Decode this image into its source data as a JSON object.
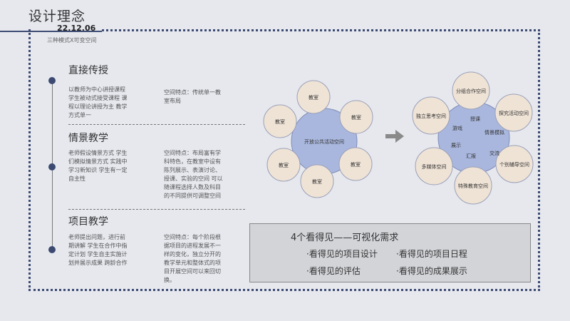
{
  "header": {
    "title": "设计理念",
    "date": "22.12.06",
    "subtitle": "三种模式X可变空间"
  },
  "sections": [
    {
      "title": "直接传授",
      "description": [
        "以教师为中心讲授课程",
        "学生被动式接受课程 课",
        "程以理论讲授为主 教学",
        "方式单一"
      ],
      "space": [
        "空间特点：传统单一教",
        "室布局"
      ]
    },
    {
      "title": "情景教学",
      "description": [
        "老师假设情景方式 学生",
        "们模拟情景方式 实践中",
        "学习新知识 学生有一定",
        "自主性"
      ],
      "space": [
        "空间特点：布局富有学",
        "科特色，在教室中设有",
        "陈列展示、表演讨论、",
        "授课、实验的空间 可以",
        "随课程选择人数及科目",
        "的不同提供可调整空间"
      ]
    },
    {
      "title": "项目教学",
      "description": [
        "老师提出问题，进行前",
        "期讲解 学生在合作中指",
        "定计划 学生自主实施计",
        "划并展示成果 跨龄合作"
      ],
      "space": [
        "空间特点：每个阶段根",
        "据项目的进程发展不一",
        "样的变化，独立分开的",
        "教学单元和整体式的项",
        "目开展空间可以来回切",
        "换。"
      ]
    }
  ],
  "left_diagram": {
    "center": "开放公共活动空间",
    "petals": [
      "教室",
      "教室",
      "教室",
      "教室",
      "教室",
      "教室"
    ]
  },
  "right_diagram": {
    "petals": [
      "分组合作空间",
      "探究活动空间",
      "个别辅导空间",
      "特殊教育空间",
      "多媒体空间",
      "独立思考空间"
    ],
    "center_words": [
      "授课",
      "游戏",
      "情景模拟",
      "展示",
      "交流",
      "汇报"
    ]
  },
  "summary": {
    "title": "4个看得见——可视化需求",
    "items": [
      "·看得见的项目设计",
      "·看得见的项目日程",
      "·看得见的评估",
      "·看得见的成果展示"
    ]
  },
  "colors": {
    "accent": "#3c4a72",
    "petal_fill": "#efe3d6",
    "center_fill": "#a9b7de",
    "arrow": "#8a8a8a"
  }
}
